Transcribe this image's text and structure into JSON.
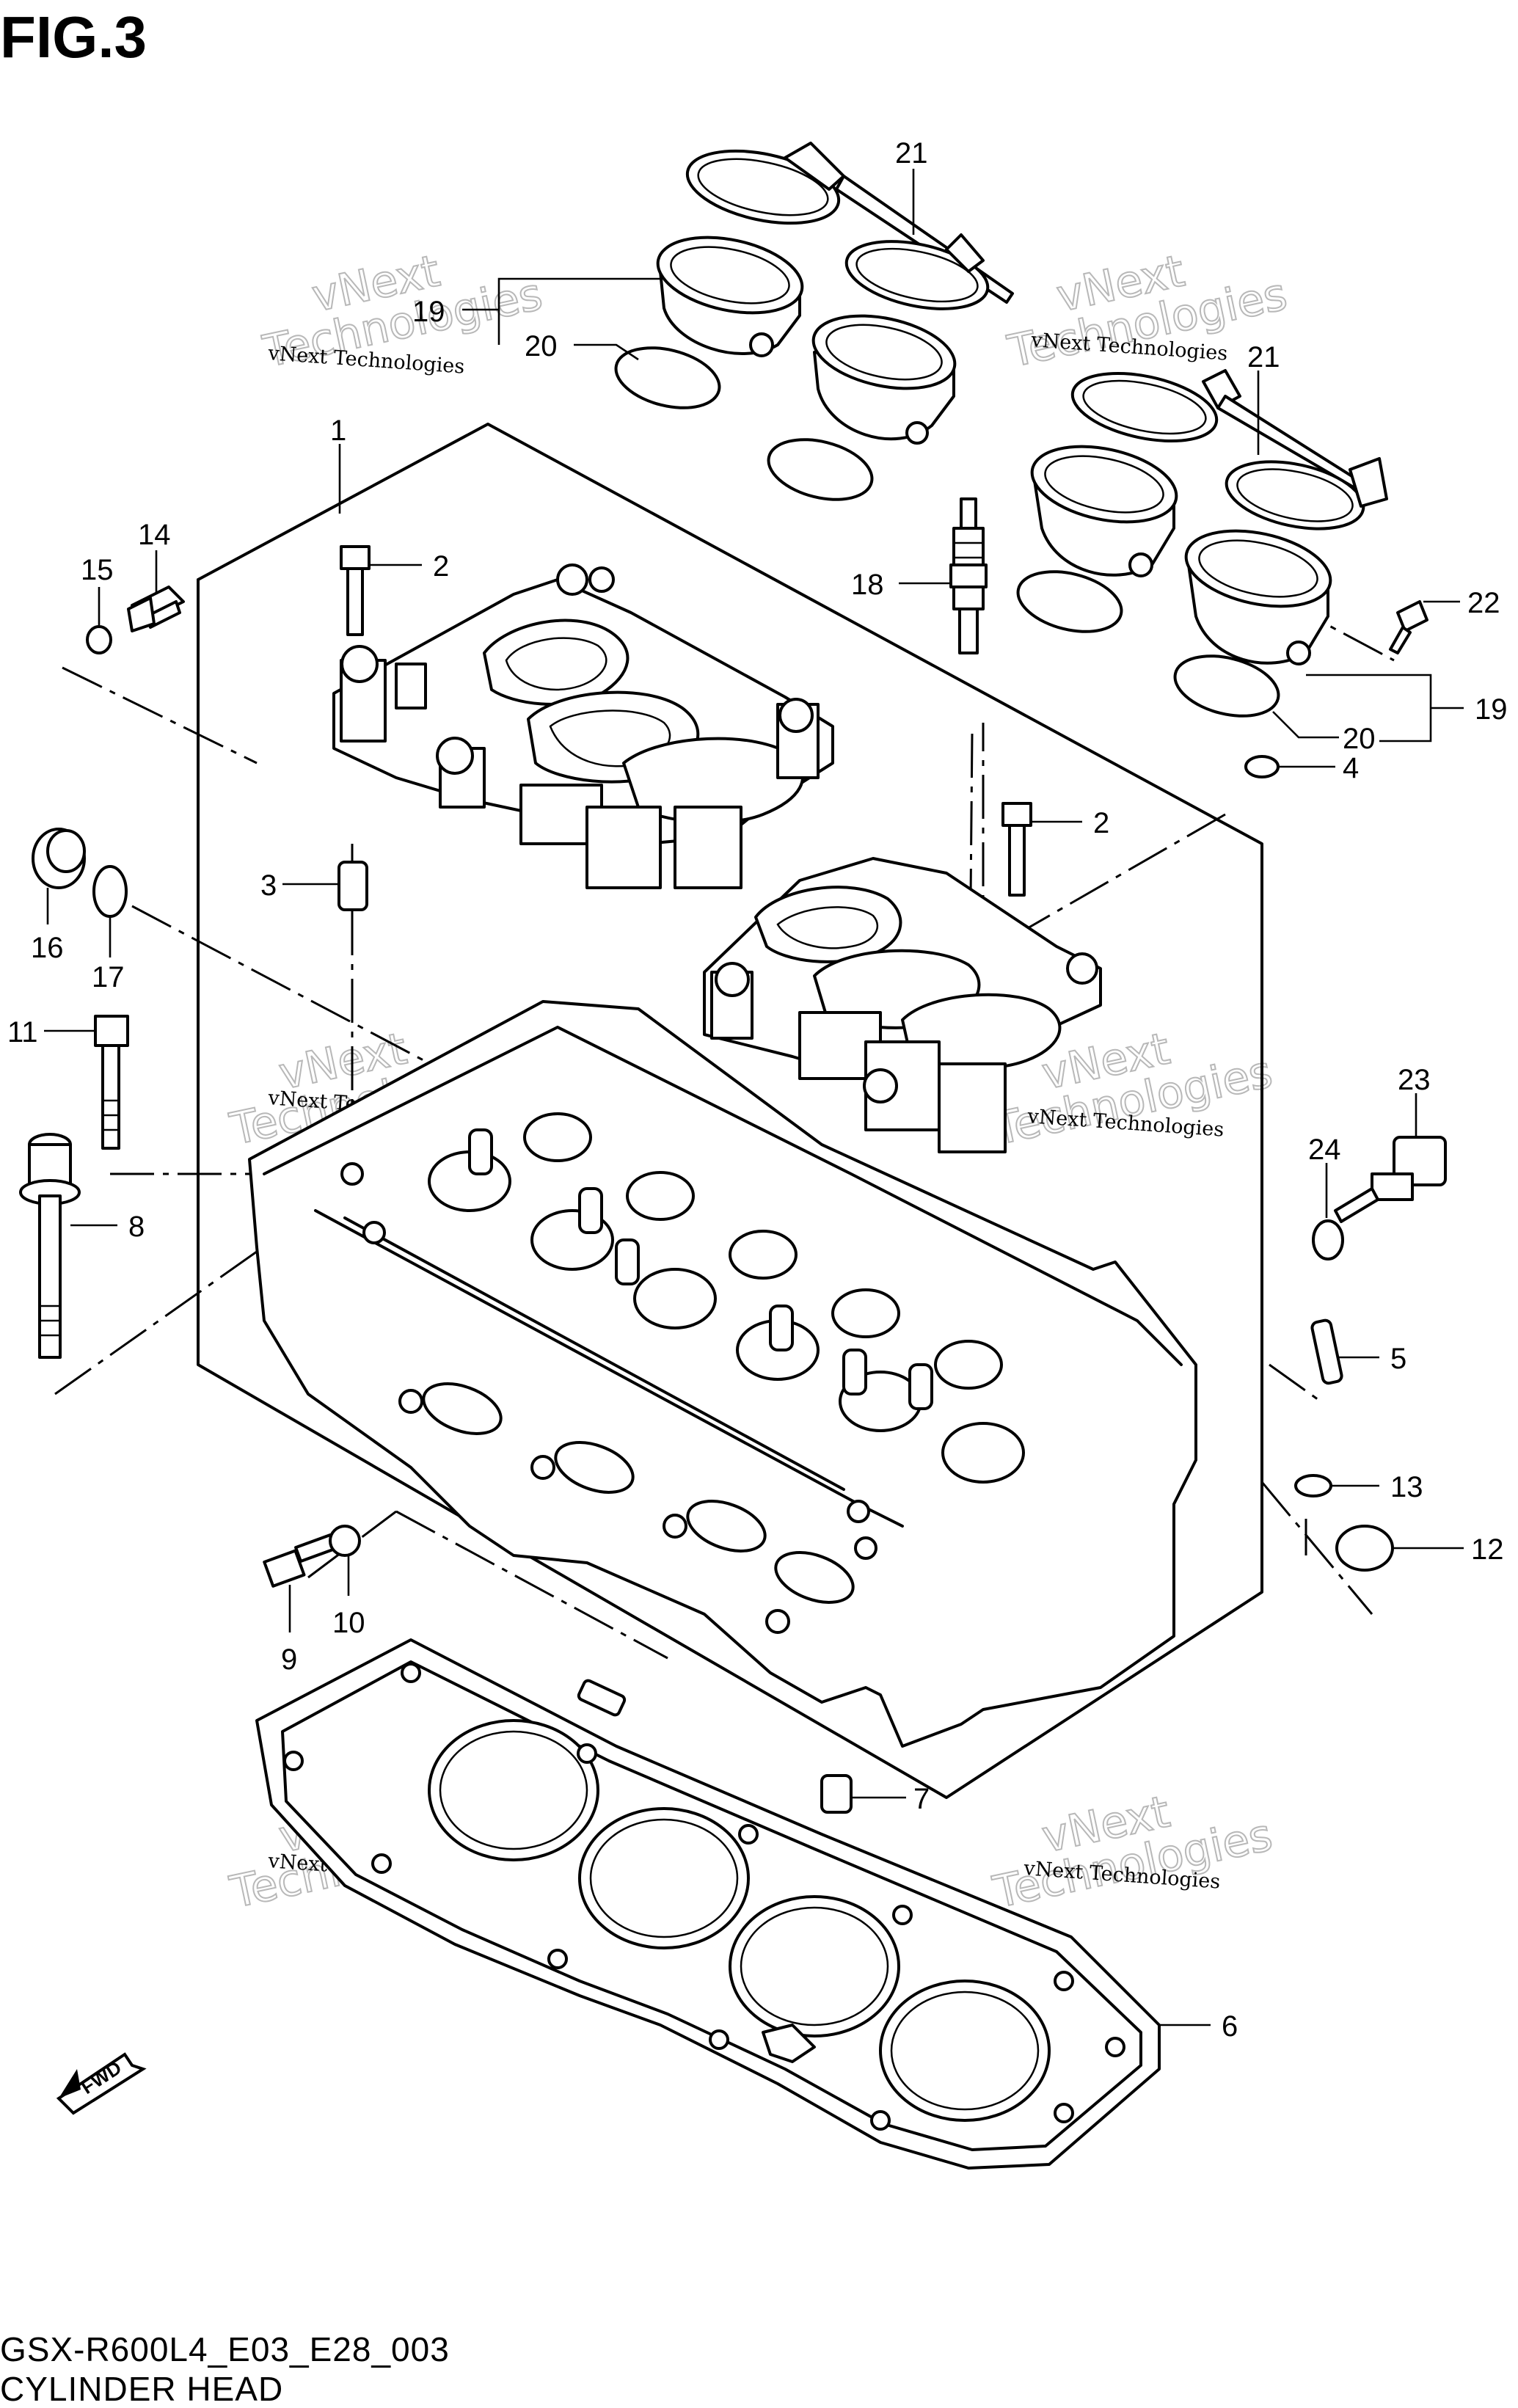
{
  "figure": {
    "title": "FIG.3",
    "model_code": "GSX-R600L4_E03_E28_003",
    "caption": "CYLINDER HEAD",
    "fwd_badge": "FWD"
  },
  "watermark": {
    "line1": "vNext Technologies",
    "line2": "vNext",
    "line3": "Technologies"
  },
  "callouts": [
    {
      "id": "1",
      "label": "1"
    },
    {
      "id": "2a",
      "label": "2"
    },
    {
      "id": "2b",
      "label": "2"
    },
    {
      "id": "3",
      "label": "3"
    },
    {
      "id": "4",
      "label": "4"
    },
    {
      "id": "5",
      "label": "5"
    },
    {
      "id": "6",
      "label": "6"
    },
    {
      "id": "7",
      "label": "7"
    },
    {
      "id": "8",
      "label": "8"
    },
    {
      "id": "9",
      "label": "9"
    },
    {
      "id": "10",
      "label": "10"
    },
    {
      "id": "11",
      "label": "11"
    },
    {
      "id": "12",
      "label": "12"
    },
    {
      "id": "13",
      "label": "13"
    },
    {
      "id": "14",
      "label": "14"
    },
    {
      "id": "15",
      "label": "15"
    },
    {
      "id": "16",
      "label": "16"
    },
    {
      "id": "17",
      "label": "17"
    },
    {
      "id": "18",
      "label": "18"
    },
    {
      "id": "19a",
      "label": "19"
    },
    {
      "id": "19b",
      "label": "19"
    },
    {
      "id": "20a",
      "label": "20"
    },
    {
      "id": "20b",
      "label": "20"
    },
    {
      "id": "21a",
      "label": "21"
    },
    {
      "id": "21b",
      "label": "21"
    },
    {
      "id": "22",
      "label": "22"
    },
    {
      "id": "23",
      "label": "23"
    },
    {
      "id": "24",
      "label": "24"
    }
  ]
}
